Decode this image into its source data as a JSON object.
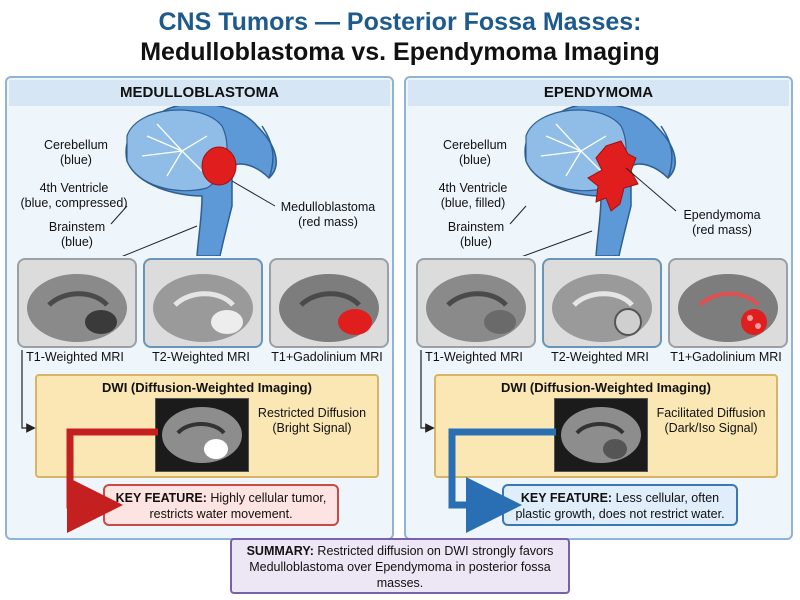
{
  "title_line1": "CNS Tumors — Posterior Fossa Masses:",
  "title_line2": "Medulloblastoma vs. Ependymoma Imaging",
  "colors": {
    "panel_bg": "#eef5fb",
    "tumor_red": "#e01e1e",
    "brain_blue": "#5d99d6",
    "dwi_bg": "#fbe7b4",
    "red_arrow": "#c42020",
    "blue_arrow": "#2a6fb3",
    "summary_border": "#7a62aa"
  },
  "left": {
    "header": "MEDULLOBLASTOMA",
    "labels": {
      "cerebellum": "Cerebellum\n(blue)",
      "ventricle": "4th Ventricle\n(blue, compressed)",
      "brainstem": "Brainstem\n(blue)",
      "mass": "Medulloblastoma\n(red mass)"
    },
    "mri": [
      "T1-Weighted MRI",
      "T2-Weighted MRI",
      "T1+Gadolinium MRI"
    ],
    "dwi_title": "DWI (Diffusion-Weighted Imaging)",
    "dwi_label": "Restricted Diffusion\n(Bright Signal)",
    "key_bold": "KEY FEATURE:",
    "key_text": " Highly cellular tumor, restricts water movement."
  },
  "right": {
    "header": "EPENDYMOMA",
    "labels": {
      "cerebellum": "Cerebellum\n(blue)",
      "ventricle": "4th Ventricle\n(blue, filled)",
      "brainstem": "Brainstem\n(blue)",
      "mass": "Ependymoma\n(red mass)"
    },
    "mri": [
      "T1-Weighted MRI",
      "T2-Weighted MRI",
      "T1+Gadolinium MRI"
    ],
    "dwi_title": "DWI (Diffusion-Weighted Imaging)",
    "dwi_label": "Facilitated Diffusion\n(Dark/Iso Signal)",
    "key_bold": "KEY FEATURE:",
    "key_text": " Less cellular, often plastic growth, does not restrict water."
  },
  "summary_bold": "SUMMARY:",
  "summary_text": " Restricted diffusion on DWI strongly favors Medulloblastoma over Ependymoma in posterior fossa masses."
}
